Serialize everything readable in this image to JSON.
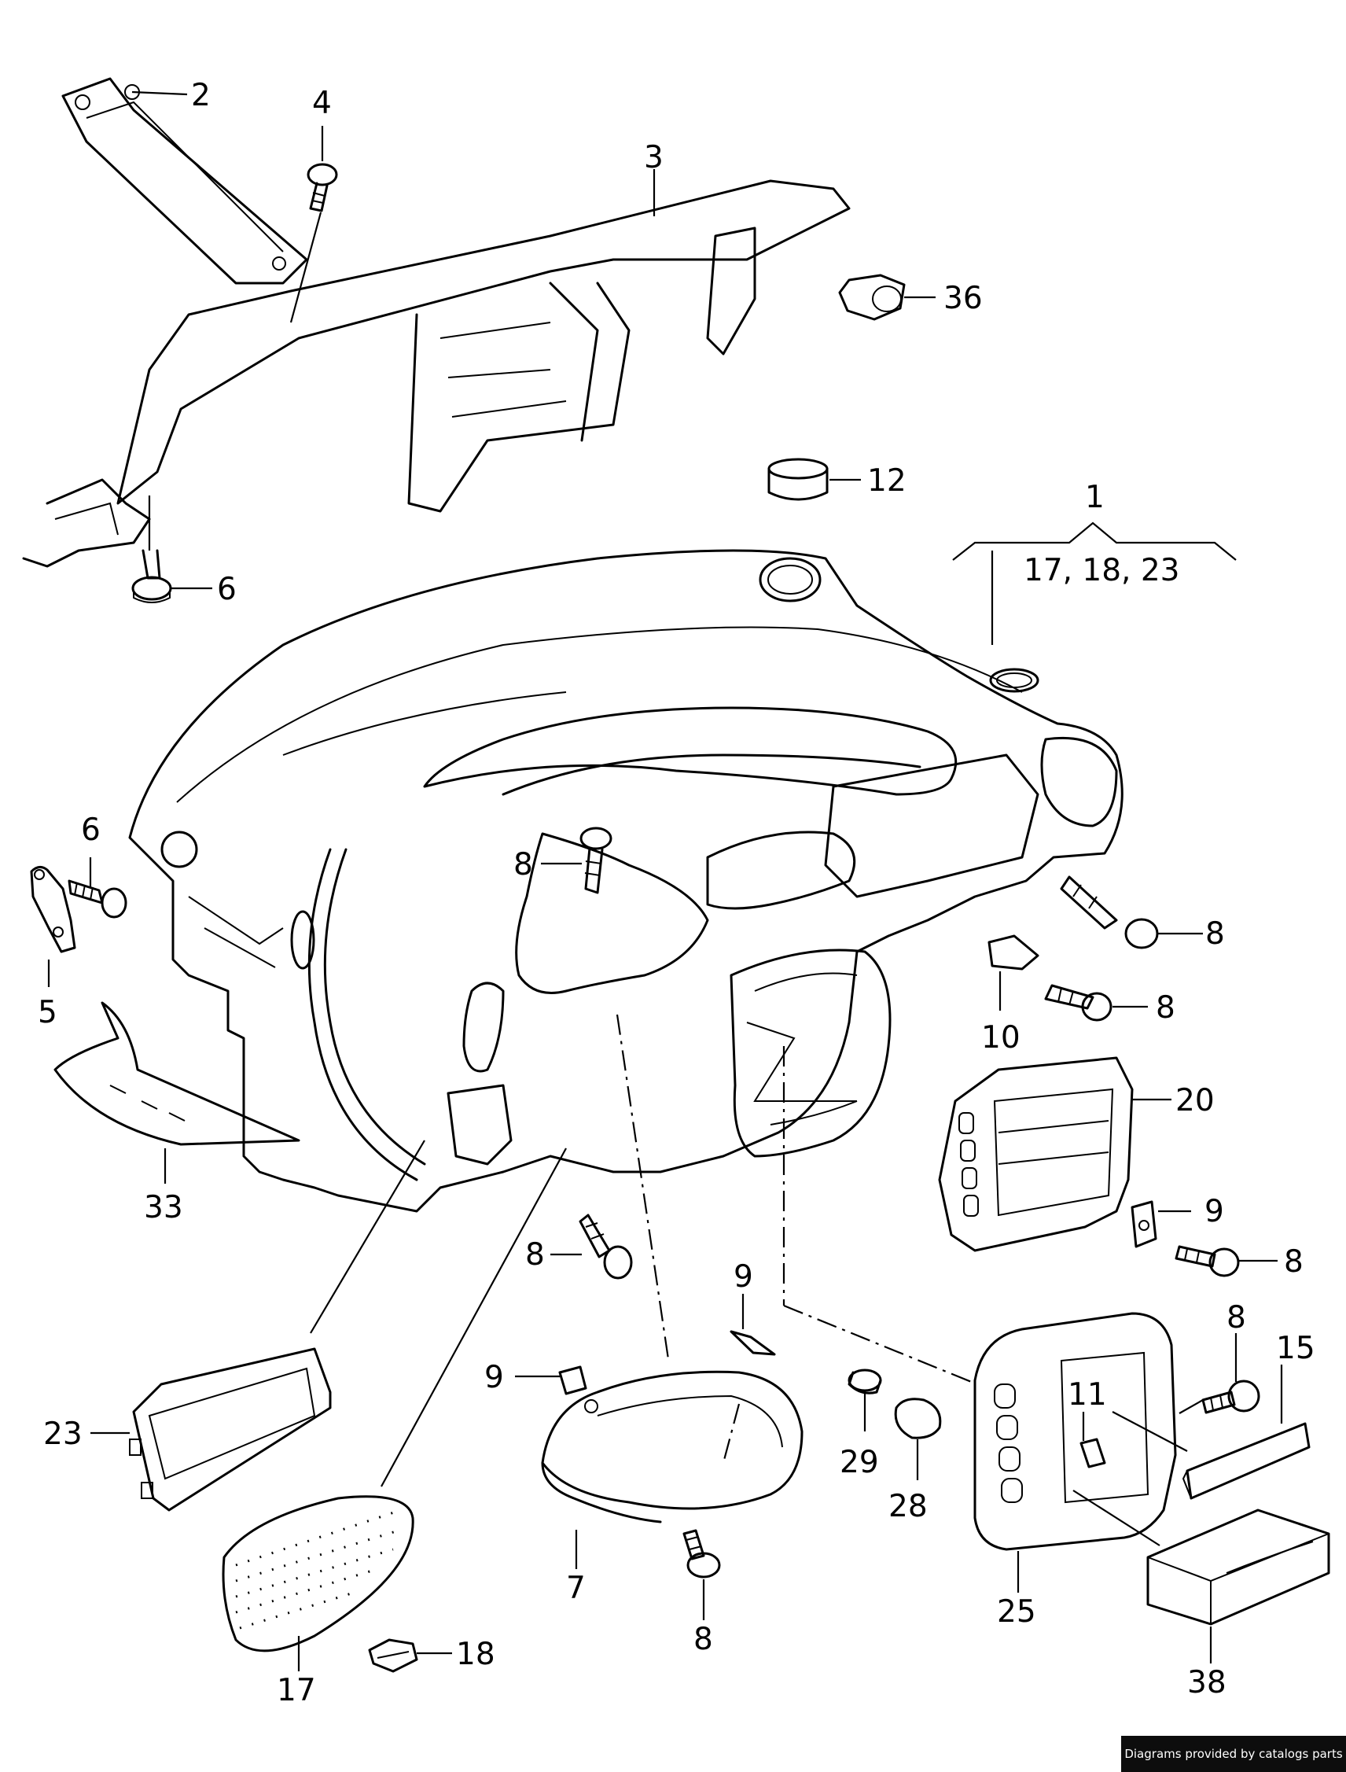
{
  "callouts": [
    {
      "id": "c2",
      "text": "2"
    },
    {
      "id": "c4",
      "text": "4"
    },
    {
      "id": "c3",
      "text": "3"
    },
    {
      "id": "c36",
      "text": "36"
    },
    {
      "id": "c12",
      "text": "12"
    },
    {
      "id": "c1",
      "text": "1"
    },
    {
      "id": "c1sub",
      "text": "17,  18,  23"
    },
    {
      "id": "c6a",
      "text": "6"
    },
    {
      "id": "c6b",
      "text": "6"
    },
    {
      "id": "c5",
      "text": "5"
    },
    {
      "id": "c8a",
      "text": "8"
    },
    {
      "id": "c8b",
      "text": "8"
    },
    {
      "id": "c10",
      "text": "10"
    },
    {
      "id": "c8c",
      "text": "8"
    },
    {
      "id": "c20",
      "text": "20"
    },
    {
      "id": "c33",
      "text": "33"
    },
    {
      "id": "c9a",
      "text": "9"
    },
    {
      "id": "c8d",
      "text": "8"
    },
    {
      "id": "c8e",
      "text": "8"
    },
    {
      "id": "c9b",
      "text": "9"
    },
    {
      "id": "c9c",
      "text": "9"
    },
    {
      "id": "c8f",
      "text": "8"
    },
    {
      "id": "c15",
      "text": "15"
    },
    {
      "id": "c23",
      "text": "23"
    },
    {
      "id": "c11",
      "text": "11"
    },
    {
      "id": "c29",
      "text": "29"
    },
    {
      "id": "c28",
      "text": "28"
    },
    {
      "id": "c7",
      "text": "7"
    },
    {
      "id": "c25",
      "text": "25"
    },
    {
      "id": "c8g",
      "text": "8"
    },
    {
      "id": "c17",
      "text": "17"
    },
    {
      "id": "c18",
      "text": "18"
    },
    {
      "id": "c38",
      "text": "38"
    }
  ],
  "footer": {
    "credit": "Diagrams provided by catalogs parts"
  }
}
